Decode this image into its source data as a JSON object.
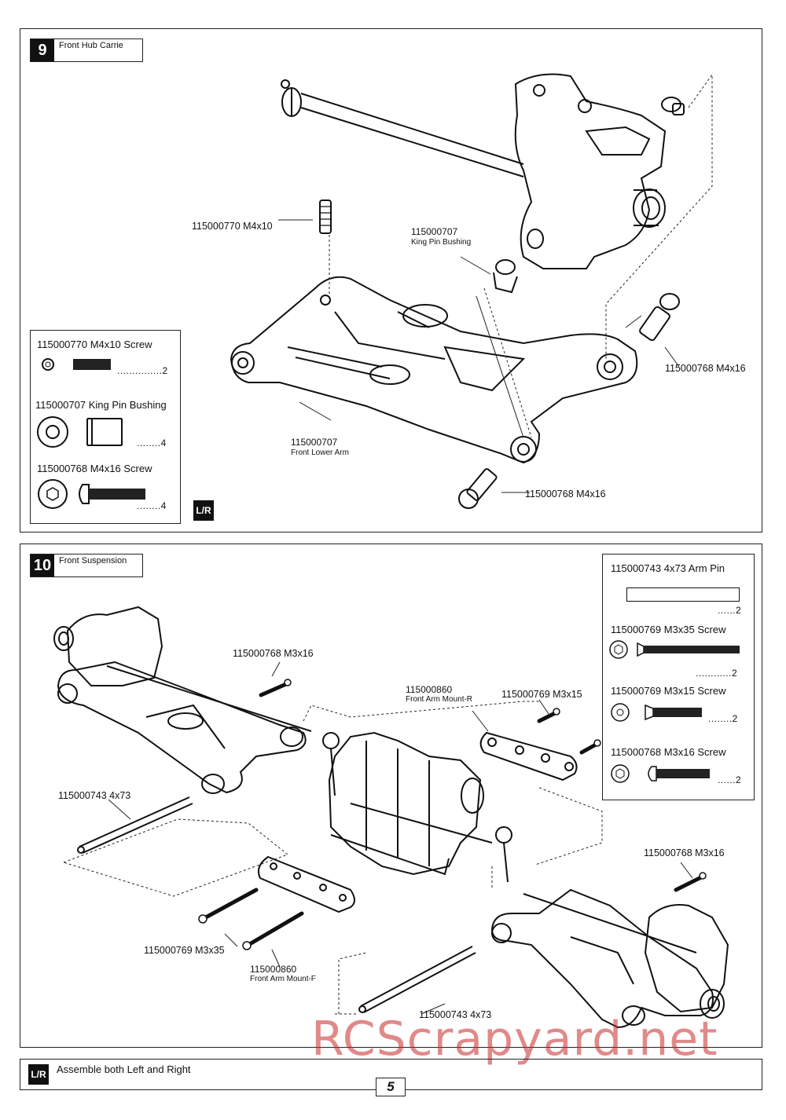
{
  "step9": {
    "number": "9",
    "title": "Front Hub Carrie",
    "callouts": {
      "screw_m4x10": "115000770  M4x10",
      "bushing_code": "115000707",
      "bushing_name": "King Pin Bushing",
      "arm_code": "115000707",
      "arm_name": "Front Lower Arm",
      "screw_m4x16_right": "115000768  M4x16",
      "screw_m4x16_bottom": "115000768  M4x16"
    },
    "legend": [
      {
        "label": "115000770  M4x10 Screw",
        "qty": "...............2"
      },
      {
        "label": "115000707  King Pin Bushing",
        "qty": "........4"
      },
      {
        "label": "115000768  M4x16 Screw",
        "qty": "........4"
      }
    ],
    "lr_badge": "L/R"
  },
  "step10": {
    "number": "10",
    "title": "Front Suspension",
    "callouts": {
      "screw_m3x16_top": "115000768 M3x16",
      "mount_r_code": "115000860",
      "mount_r_name": "Front Arm Mount-R",
      "screw_m3x15": "115000769  M3x15",
      "pin_left": "115000743  4x73",
      "screw_m3x16_right": "115000768 M3x16",
      "screw_m3x35": "115000769 M3x35",
      "mount_f_code": "115000860",
      "mount_f_name": "Front Arm Mount-F",
      "pin_bottom": "115000743  4x73"
    },
    "legend": [
      {
        "label": "115000743  4x73 Arm Pin",
        "qty": "......2"
      },
      {
        "label": "115000769  M3x35 Screw",
        "qty": "............2"
      },
      {
        "label": "115000769  M3x15 Screw",
        "qty": "........2"
      },
      {
        "label": "115000768  M3x16 Screw",
        "qty": "......2"
      }
    ]
  },
  "footer": {
    "badge": "L/R",
    "note": "Assemble both Left and Right",
    "page_number": "5"
  },
  "watermark": "RCScrapyard.net"
}
